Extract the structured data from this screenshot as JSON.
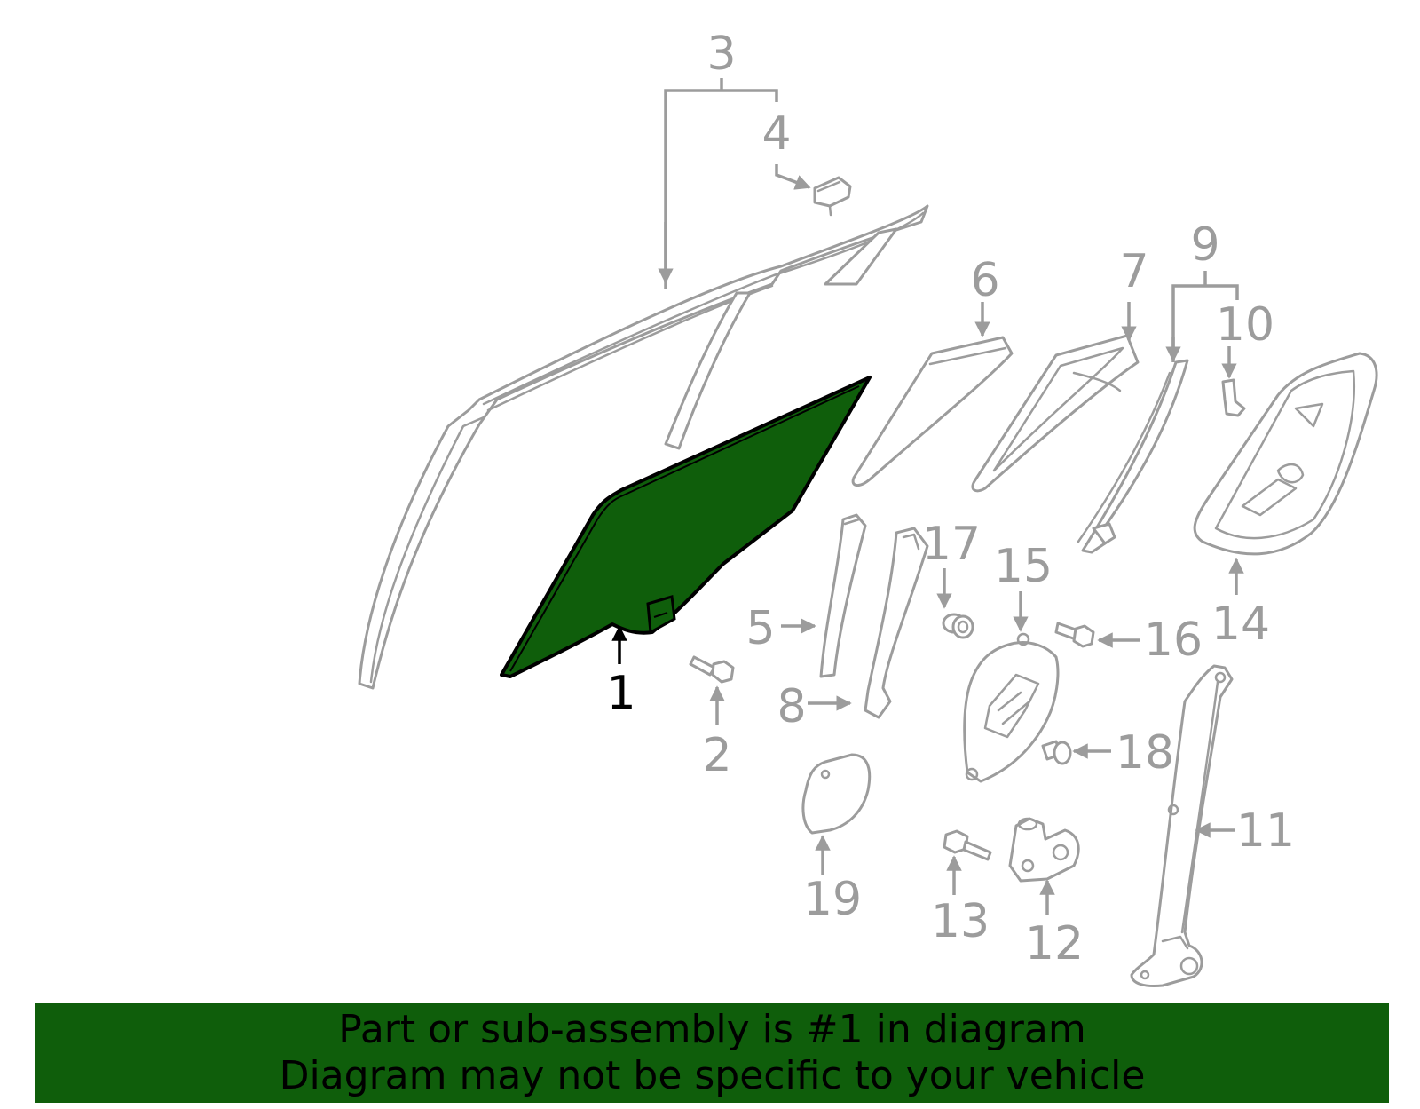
{
  "callouts": {
    "c1": "1",
    "c2": "2",
    "c3": "3",
    "c4": "4",
    "c5": "5",
    "c6": "6",
    "c7": "7",
    "c8": "8",
    "c9": "9",
    "c10": "10",
    "c11": "11",
    "c12": "12",
    "c13": "13",
    "c14": "14",
    "c15": "15",
    "c16": "16",
    "c17": "17",
    "c18": "18",
    "c19": "19"
  },
  "banner": {
    "line1": "Part or sub-assembly is #1 in diagram",
    "line2": "Diagram may not be specific to your vehicle"
  },
  "colors": {
    "highlight": "#0f5e0b",
    "part_outline": "#9c9c9c",
    "selected_outline": "#000000"
  }
}
